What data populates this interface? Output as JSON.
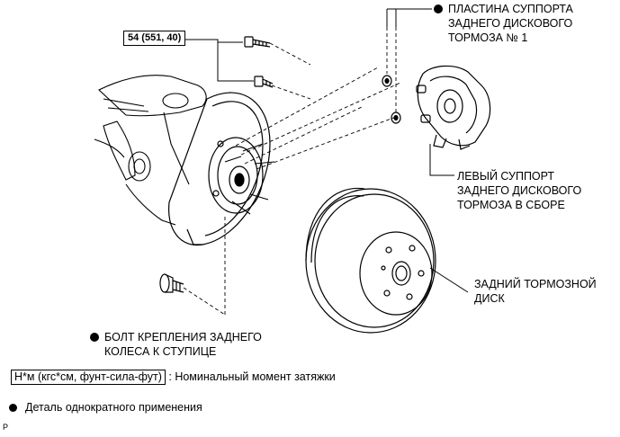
{
  "torque_spec": "54 (551, 40)",
  "callouts": {
    "caliper_bracket_plate": [
      "ПЛАСТИНА СУППОРТА",
      "ЗАДНЕГО ДИСКОВОГО",
      "ТОРМОЗА № 1"
    ],
    "left_caliper_assembly": [
      "ЛЕВЫЙ СУППОРТ",
      "ЗАДНЕГО ДИСКОВОГО",
      "ТОРМОЗА В СБОРЕ"
    ],
    "rear_brake_disc": [
      "ЗАДНИЙ ТОРМОЗНОЙ",
      "ДИСК"
    ],
    "hub_bolt": [
      "БОЛТ КРЕПЛЕНИЯ ЗАДНЕГО",
      "КОЛЕСА К СТУПИЦЕ"
    ]
  },
  "legend": {
    "torque_unit_box": "Н*м (кгс*см, фунт-сила-фут)",
    "torque_desc": ": Номинальный момент затяжки",
    "non_reusable": "Деталь однократного применения"
  },
  "corner_code": "P",
  "colors": {
    "ink": "#000000",
    "paper": "#ffffff"
  },
  "icons": [
    "bullet-dot-icon"
  ]
}
